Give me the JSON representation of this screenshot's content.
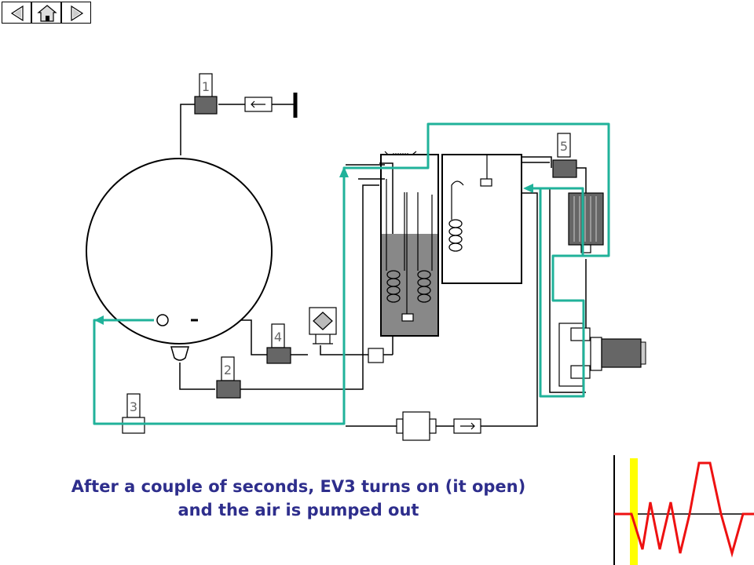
{
  "nav": {
    "buttons": [
      {
        "icon": "arrow-left-icon"
      },
      {
        "icon": "home-icon"
      },
      {
        "icon": "arrow-right-icon"
      }
    ]
  },
  "valves": [
    {
      "label": "1"
    },
    {
      "label": "2"
    },
    {
      "label": "3"
    },
    {
      "label": "4"
    },
    {
      "label": "5"
    }
  ],
  "caption": {
    "line1": "After a couple of seconds, EV3 turns on (it open)",
    "line2": "and the air is pumped out"
  },
  "colors": {
    "flow_path": "#20b29a",
    "waveform": "#ee1111",
    "time_marker": "#ffff00",
    "caption_text": "#2e2e8c",
    "valve_body": "#666666",
    "liquid": "#888888"
  }
}
